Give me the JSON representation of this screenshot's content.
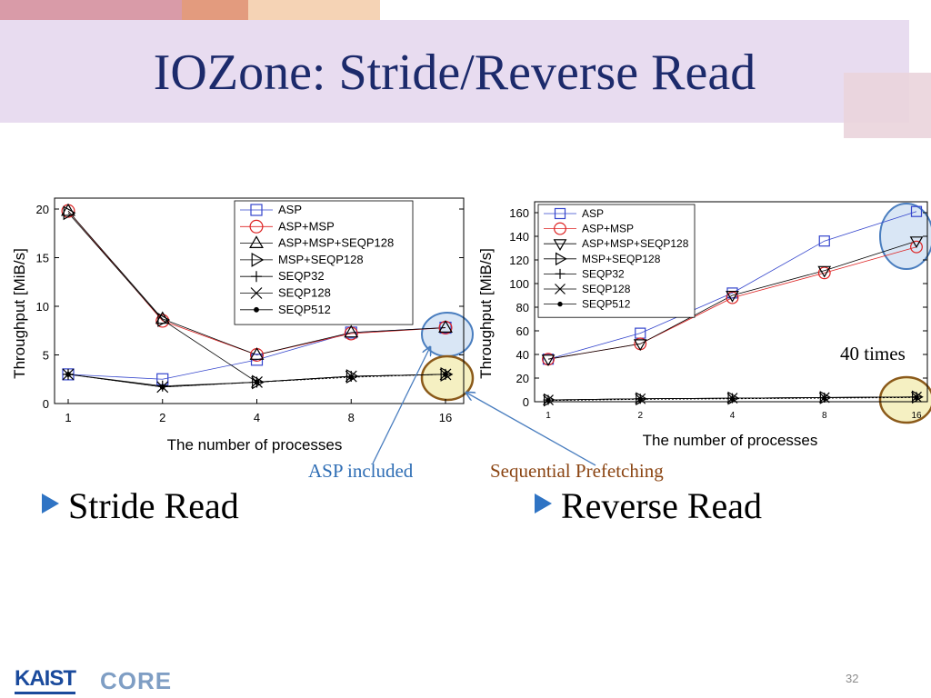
{
  "slide": {
    "title": "IOZone: Stride/Reverse Read",
    "page_number": "32"
  },
  "annotations": {
    "asp_included": "ASP included",
    "sequential_prefetching": "Sequential Prefetching",
    "forty_times": "40 times"
  },
  "bullets": {
    "left": "Stride Read",
    "right": "Reverse Read"
  },
  "logos": {
    "kaist": "KAIST",
    "core": "CORE"
  },
  "colors": {
    "title": "#1c2a6b",
    "asp_included": "#2f6eb5",
    "sequential_prefetching": "#8b4513",
    "blue_ellipse_fill": "#d9e6f5",
    "blue_ellipse_stroke": "#4a7ebf",
    "yellow_ellipse_fill": "#f5f0c2",
    "yellow_ellipse_stroke": "#8b5a1a",
    "bullet_marker": "#2f74c4",
    "asp": "#3344cc",
    "asp_msp": "#dd2222",
    "black": "#000000"
  },
  "chart_data": [
    {
      "type": "line",
      "x_scale": "log2",
      "categories": [
        "1",
        "2",
        "4",
        "8",
        "16"
      ],
      "xlabel": "The number of processes",
      "ylabel": "Throughput [MiB/s]",
      "ylim": [
        0,
        20
      ],
      "yticks": [
        "0",
        "5",
        "10",
        "15",
        "20"
      ],
      "legend": "top-right",
      "grid": false,
      "series": [
        {
          "name": "ASP",
          "marker": "square",
          "color": "#3344cc",
          "values": [
            3.0,
            2.5,
            4.5,
            7.3,
            7.8
          ]
        },
        {
          "name": "ASP+MSP",
          "marker": "circle",
          "color": "#dd2222",
          "values": [
            19.8,
            8.5,
            5.0,
            7.2,
            7.8
          ]
        },
        {
          "name": "ASP+MSP+SEQP128",
          "marker": "triangle-up",
          "color": "#000000",
          "values": [
            19.8,
            8.7,
            5.0,
            7.3,
            7.8
          ]
        },
        {
          "name": "MSP+SEQP128",
          "marker": "triangle-right",
          "color": "#000000",
          "values": [
            19.6,
            8.6,
            2.2,
            2.8,
            3.0
          ]
        },
        {
          "name": "SEQP32",
          "marker": "plus",
          "color": "#000000",
          "values": [
            3.0,
            1.8,
            2.2,
            2.8,
            3.0
          ]
        },
        {
          "name": "SEQP128",
          "marker": "x",
          "color": "#000000",
          "values": [
            3.0,
            1.7,
            2.2,
            2.8,
            3.0
          ]
        },
        {
          "name": "SEQP512",
          "marker": "dot",
          "color": "#000000",
          "values": [
            3.0,
            1.7,
            2.2,
            2.7,
            3.0
          ]
        }
      ]
    },
    {
      "type": "line",
      "x_scale": "log2",
      "categories": [
        "1",
        "2",
        "4",
        "8",
        "16"
      ],
      "xlabel": "The number of processes",
      "ylabel": "Throughput [MiB/s]",
      "ylim": [
        0,
        160
      ],
      "yticks": [
        "0",
        "20",
        "40",
        "60",
        "80",
        "100",
        "120",
        "140",
        "160"
      ],
      "legend": "top-left",
      "grid": false,
      "series": [
        {
          "name": "ASP",
          "marker": "square",
          "color": "#3344cc",
          "values": [
            36,
            58,
            92,
            136,
            161
          ]
        },
        {
          "name": "ASP+MSP",
          "marker": "circle",
          "color": "#dd2222",
          "values": [
            36,
            49,
            88,
            109,
            131
          ]
        },
        {
          "name": "ASP+MSP+SEQP128",
          "marker": "triangle-down",
          "color": "#000000",
          "values": [
            36,
            49,
            90,
            111,
            136
          ]
        },
        {
          "name": "MSP+SEQP128",
          "marker": "triangle-right",
          "color": "#000000",
          "values": [
            1.5,
            2.5,
            3.0,
            3.5,
            4.0
          ]
        },
        {
          "name": "SEQP32",
          "marker": "plus",
          "color": "#000000",
          "values": [
            1.5,
            2.5,
            3.0,
            3.5,
            4.0
          ]
        },
        {
          "name": "SEQP128",
          "marker": "x",
          "color": "#000000",
          "values": [
            1.5,
            2.5,
            3.0,
            3.5,
            4.0
          ]
        },
        {
          "name": "SEQP512",
          "marker": "dot",
          "color": "#000000",
          "values": [
            1.0,
            2.0,
            2.5,
            3.0,
            3.5
          ]
        }
      ]
    }
  ]
}
